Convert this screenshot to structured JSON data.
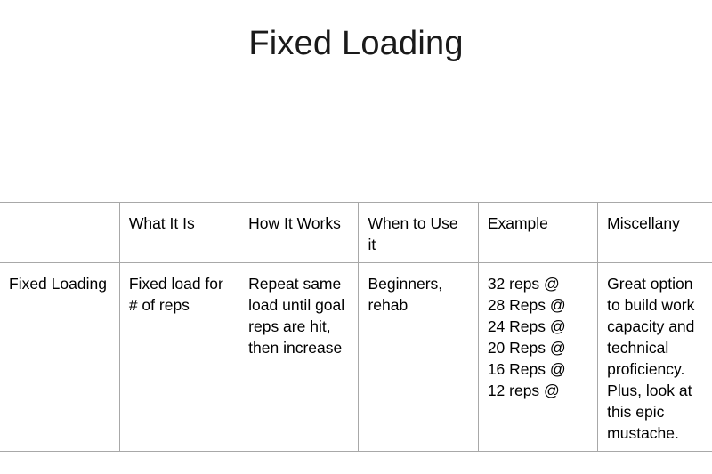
{
  "slide": {
    "title": "Fixed Loading"
  },
  "table": {
    "headers": [
      "",
      "What It Is",
      "How It Works",
      "When to Use it",
      "Example",
      "Miscellany"
    ],
    "rows": [
      {
        "label": "Fixed Loading",
        "what_it_is": "Fixed load for # of reps",
        "how_it_works": "Repeat same load until goal reps are hit, then increase",
        "when_to_use_it": "Beginners, rehab",
        "example_lines": [
          "32 reps @",
          "28 Reps @",
          "24 Reps @",
          "20 Reps @",
          "16 Reps @",
          "12 reps @"
        ],
        "miscellany": "Great option to build work capacity and technical proficiency. Plus, look at this epic mustache."
      }
    ]
  },
  "colors": {
    "background": "#ffffff",
    "text": "#000000",
    "title": "#1a1a1a",
    "border": "#a8a8a8"
  }
}
